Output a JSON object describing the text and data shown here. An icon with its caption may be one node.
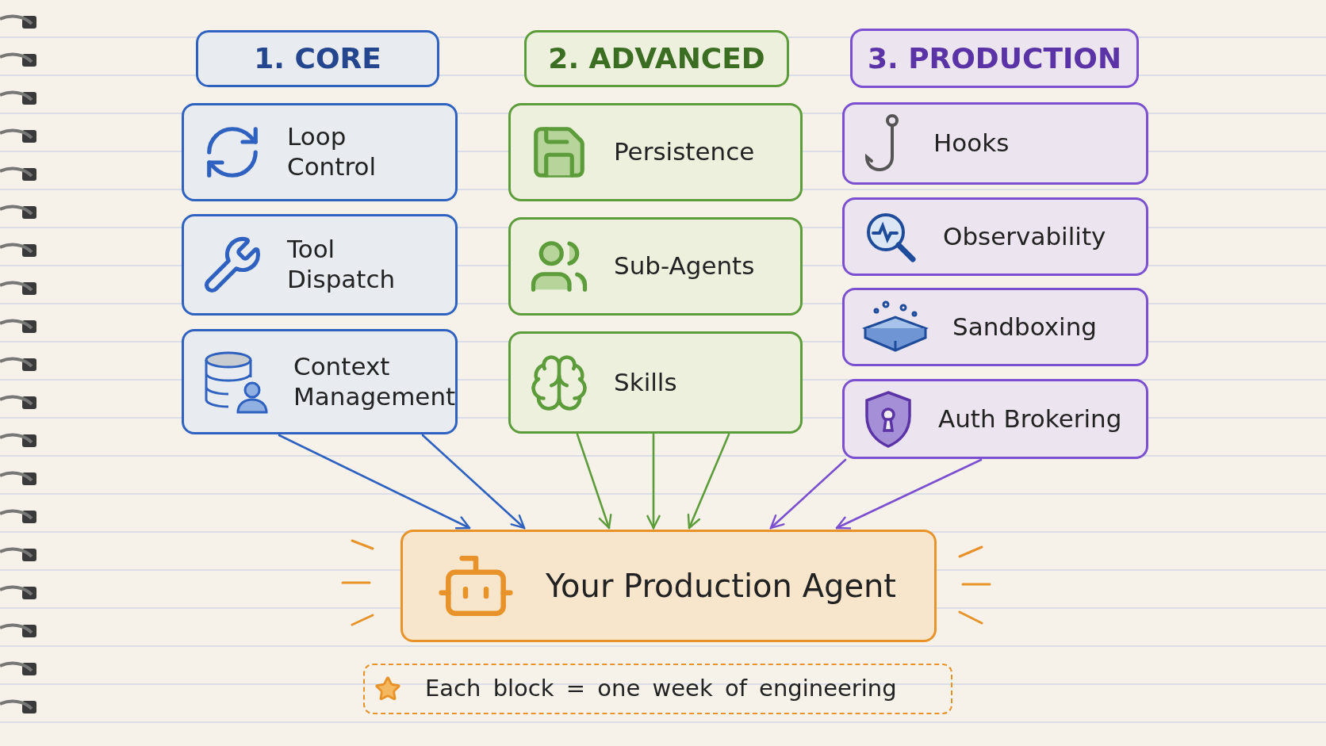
{
  "diagram": {
    "nodes": [
      {
        "text": [
          "1. CORE"
        ]
      },
      {
        "text": [
          "Loop Control"
        ]
      },
      {
        "text": [
          "Tool Dispatch"
        ]
      },
      {
        "text": [
          "Context Management"
        ]
      },
      {
        "text": [
          "2. ADVANCED"
        ]
      },
      {
        "text": [
          "Persistence"
        ]
      },
      {
        "text": [
          "Sub-Agents"
        ]
      },
      {
        "text": [
          "Skills"
        ]
      },
      {
        "text": [
          "3. PRODUCTION"
        ]
      },
      {
        "text": [
          "Hooks"
        ]
      },
      {
        "text": [
          "Observability"
        ]
      },
      {
        "text": [
          "Sandboxing"
        ]
      },
      {
        "text": [
          "Auth Brokering"
        ]
      },
      {
        "text": [
          "Your Production Agent"
        ]
      },
      {
        "text": [
          "Each block = one week of engineering"
        ]
      }
    ],
    "edges": [
      {
        "from": 3,
        "to": 13,
        "arrow": "to",
        "color": "#2f62c0"
      },
      {
        "from": 3,
        "to": 13,
        "arrow": "to",
        "color": "#2f62c0"
      },
      {
        "from": 7,
        "to": 13,
        "arrow": "to"
      },
      {
        "from": 7,
        "to": 13,
        "arrow": "to"
      },
      {
        "from": 7,
        "to": 13,
        "arrow": "to"
      },
      {
        "from": 12,
        "to": 13,
        "arrow": "to",
        "color": "#7a4fd0"
      },
      {
        "from": 12,
        "to": 13,
        "arrow": "to",
        "color": "#7a4fd0"
      }
    ]
  }
}
